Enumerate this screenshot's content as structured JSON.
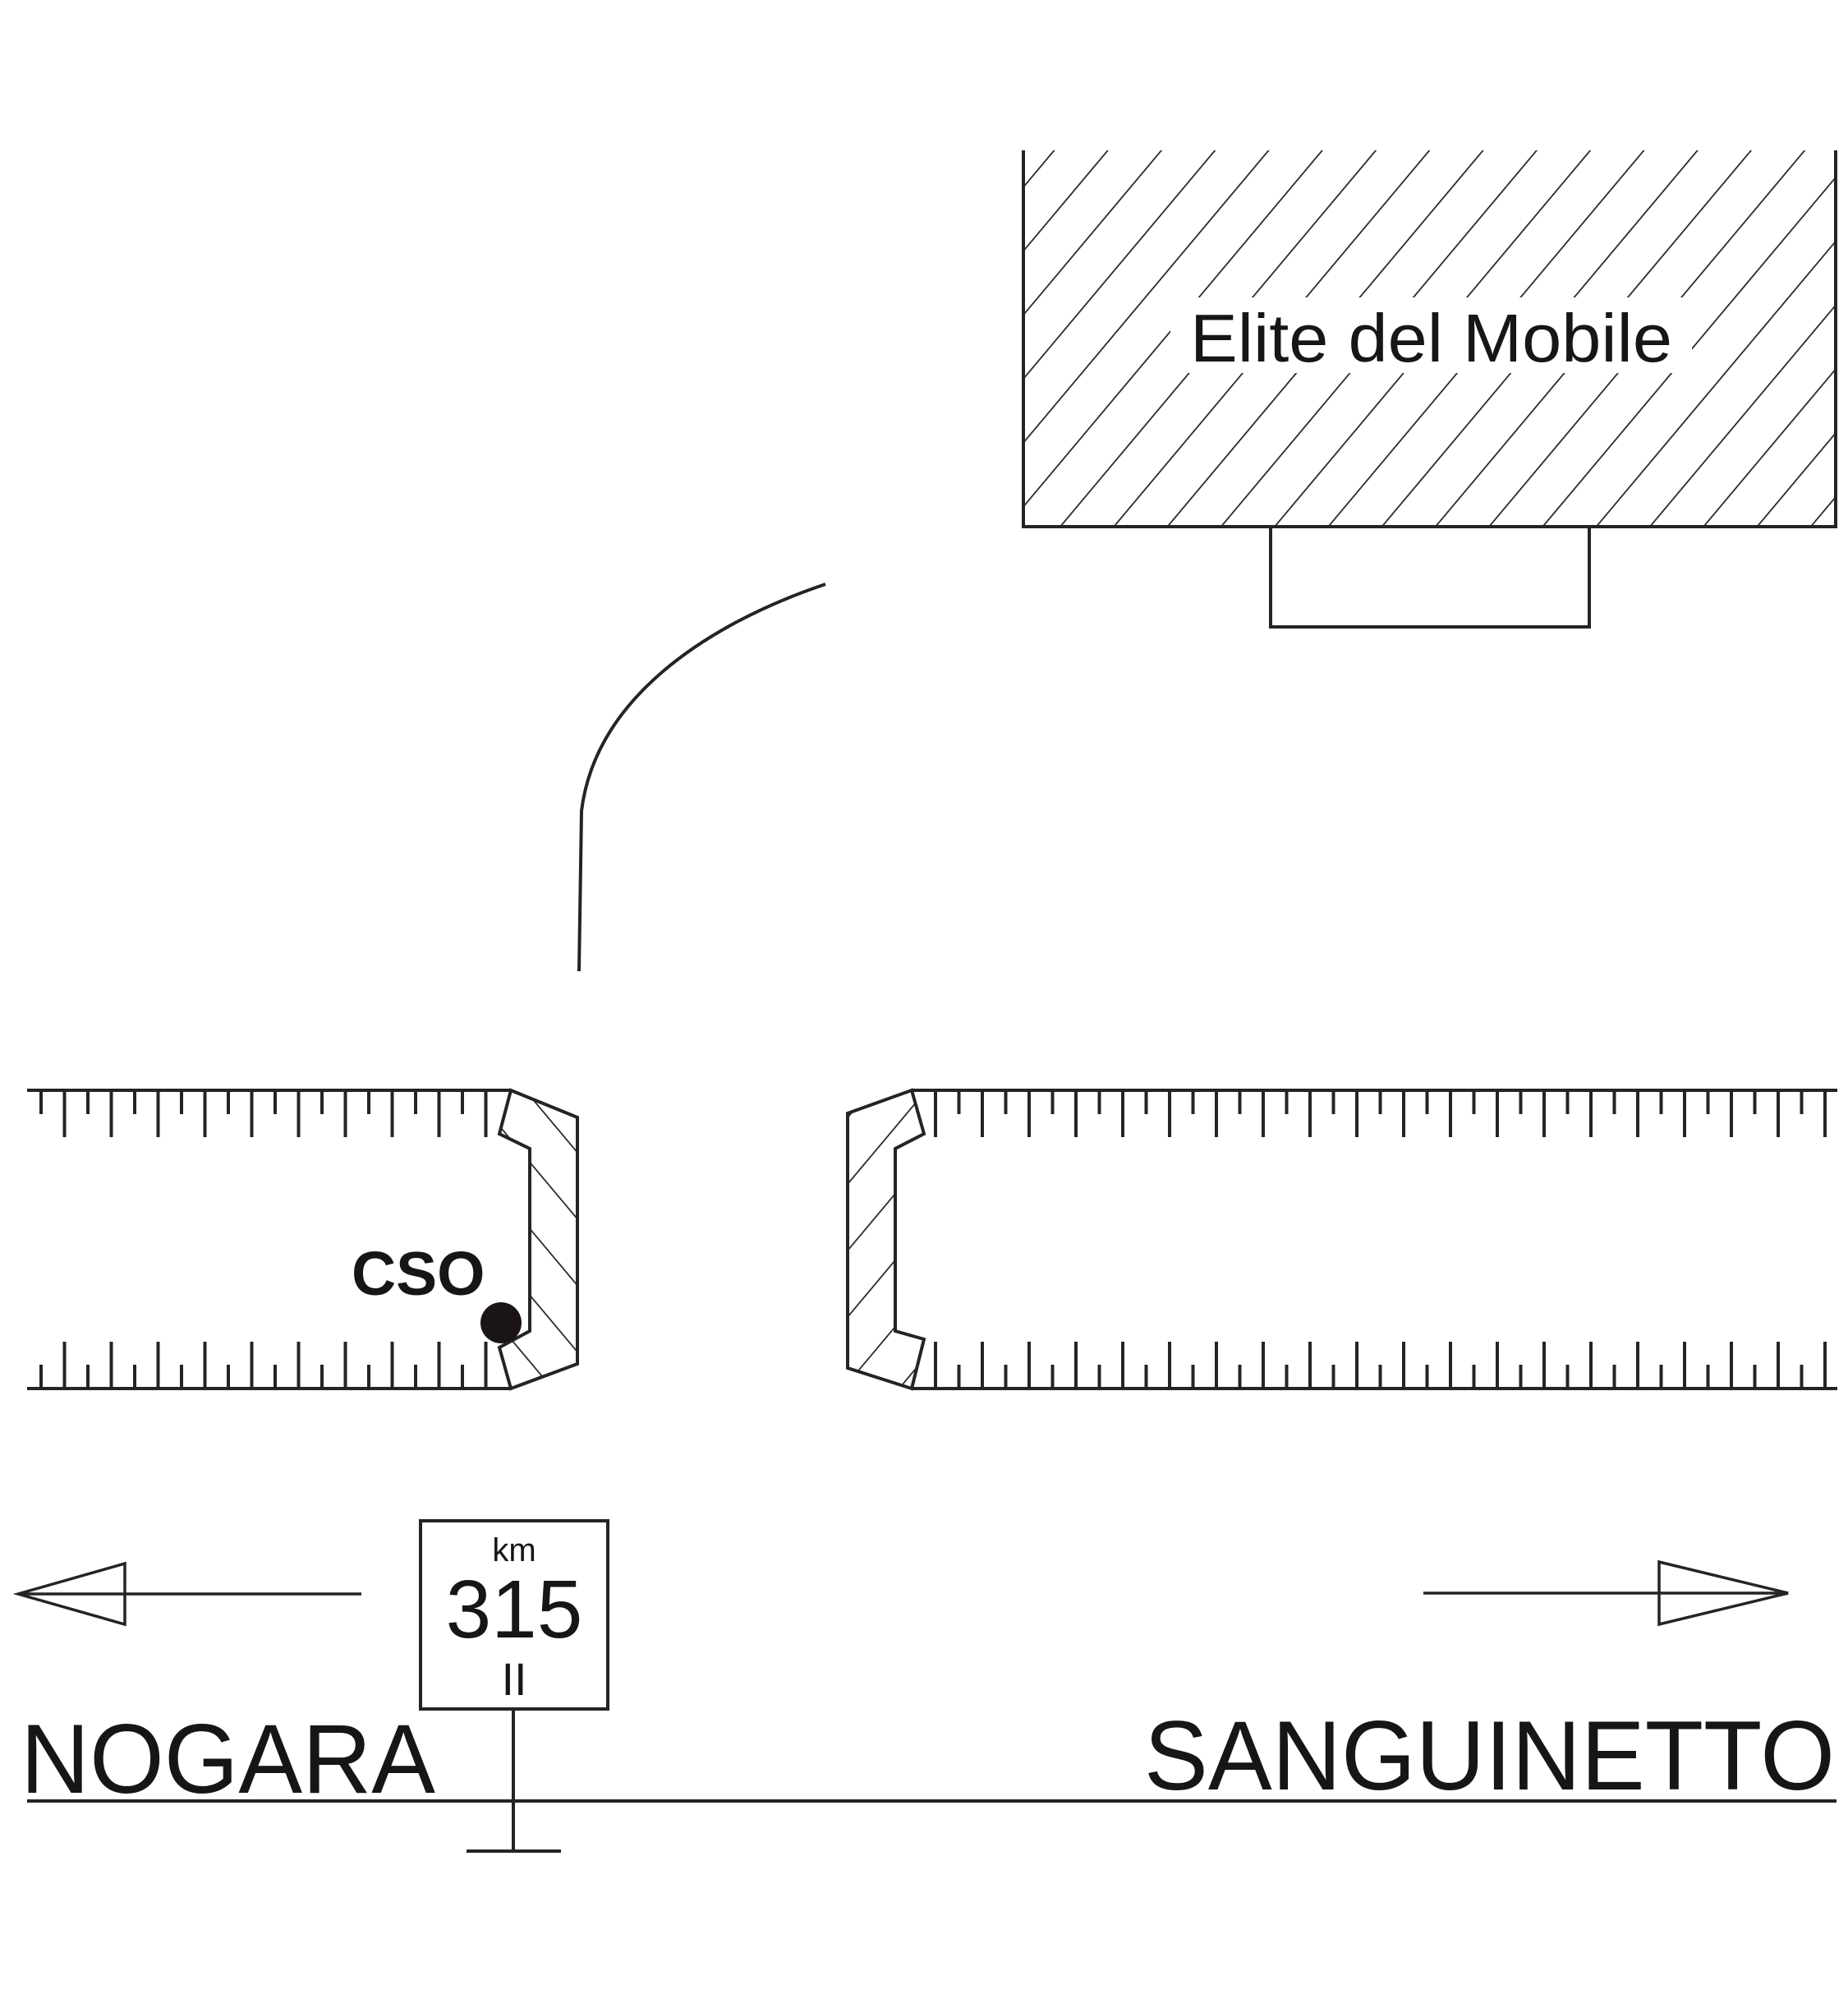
{
  "building": {
    "label": "Elite del Mobile"
  },
  "marker": {
    "label": "CSO",
    "color": "#1a1414"
  },
  "km_sign": {
    "unit": "km",
    "number": "315",
    "road_class": "II"
  },
  "directions": {
    "left": {
      "label": "NOGARA",
      "icon": "arrow-left-icon"
    },
    "right": {
      "label": "SANGUINETTO",
      "icon": "arrow-right-icon"
    }
  },
  "colors": {
    "ink": "#222426",
    "background": "#ffffff"
  }
}
